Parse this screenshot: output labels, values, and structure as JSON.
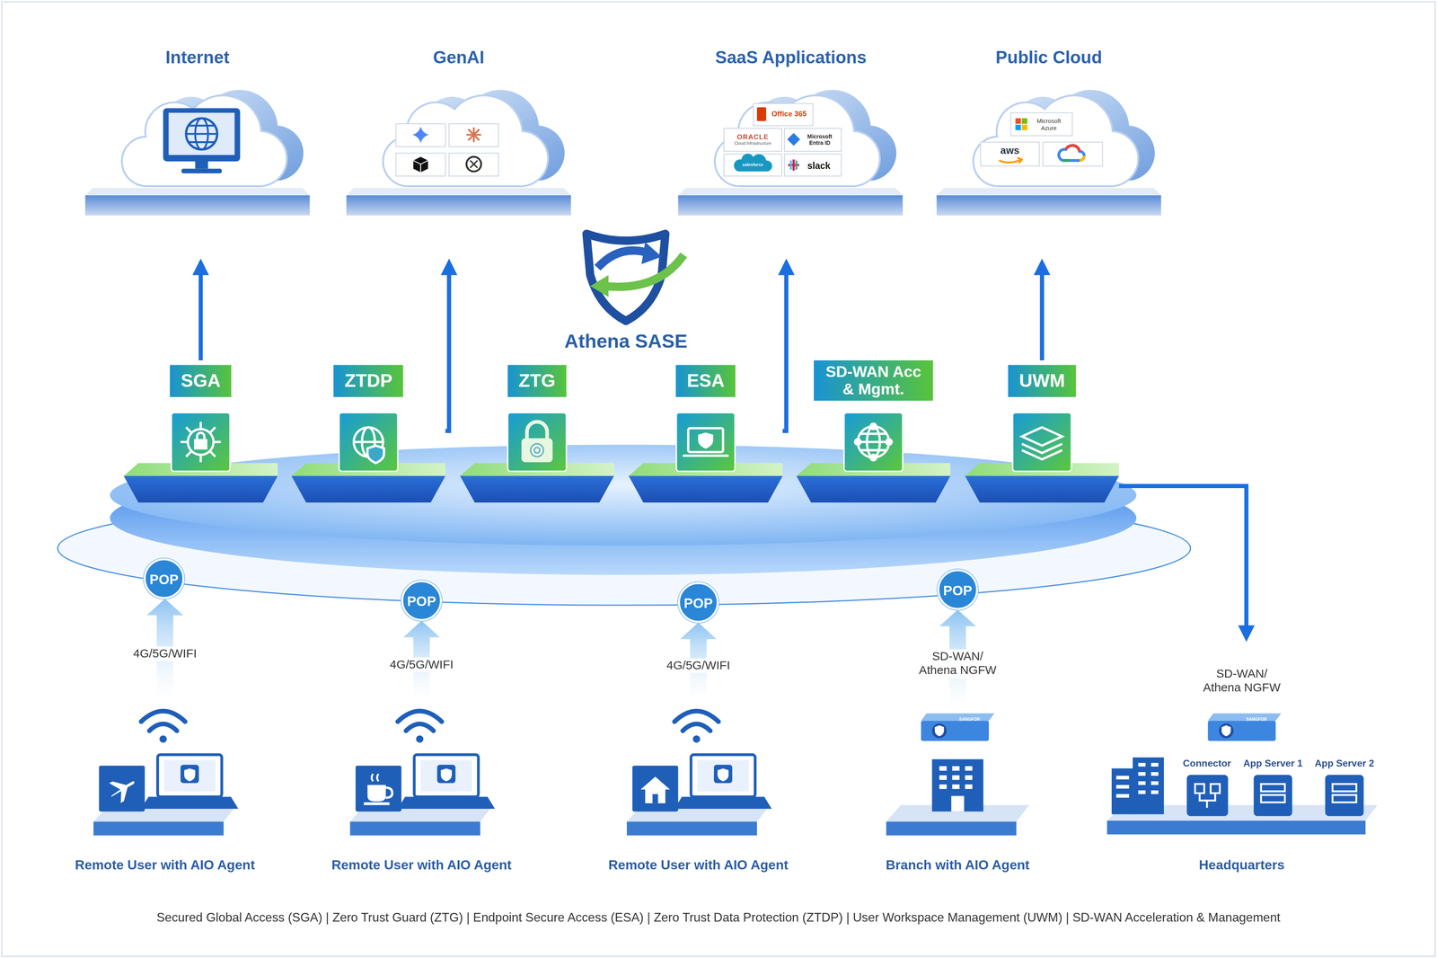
{
  "diagram": {
    "caption": "Secured Global Access (SGA) | Zero Trust Guard (ZTG) | Endpoint Secure Access (ESA) | Zero Trust Data Protection (ZTDP) | User Workspace Management (UWM) | SD-WAN Acceleration & Management",
    "nodes": [
      {
        "text": [
          "Internet"
        ]
      },
      {
        "text": [
          "GenAI"
        ]
      },
      {
        "text": [
          "SaaS Applications"
        ]
      },
      {
        "text": [
          "Office 365"
        ],
        "in": 2
      },
      {
        "text": [
          "ORACLE",
          "Cloud Infrastructure"
        ],
        "in": 2
      },
      {
        "text": [
          "Microsoft Entra ID"
        ],
        "in": 2
      },
      {
        "text": [
          "salesforce"
        ],
        "in": 2
      },
      {
        "text": [
          "slack"
        ],
        "in": 2
      },
      {
        "text": [
          "Public Cloud"
        ]
      },
      {
        "text": [
          "Microsoft Azure"
        ],
        "in": 8
      },
      {
        "text": [
          "aws"
        ],
        "in": 8
      },
      {
        "text": [
          "SGA"
        ]
      },
      {
        "text": [
          "ZTDP"
        ]
      },
      {
        "text": [
          "ZTG"
        ]
      },
      {
        "text": [
          "ESA"
        ]
      },
      {
        "text": [
          "SD-WAN Acc & Mgmt."
        ]
      },
      {
        "text": [
          "UWM"
        ]
      },
      {
        "text": [
          "POP"
        ]
      },
      {
        "text": [
          "POP"
        ]
      },
      {
        "text": [
          "POP"
        ]
      },
      {
        "text": [
          "POP"
        ]
      },
      {
        "text": [
          "Remote User with AIO Agent"
        ]
      },
      {
        "text": [
          "Remote User with AIO Agent"
        ]
      },
      {
        "text": [
          "Remote User with AIO Agent"
        ]
      },
      {
        "text": [
          "Branch with AIO Agent"
        ]
      },
      {
        "text": [
          "Headquarters"
        ]
      }
    ],
    "edges": [
      {
        "from": 11,
        "to": 0,
        "arrow": "to"
      },
      {
        "from": 12,
        "to": 1,
        "arrow": "to"
      },
      {
        "from": 14,
        "to": 2,
        "arrow": "to"
      },
      {
        "from": 16,
        "to": 8,
        "arrow": "to"
      },
      {
        "from": 16,
        "to": 25,
        "arrow": "to"
      },
      {
        "from": 21,
        "to": 17,
        "arrow": "to",
        "label": "4G/5G/WIFI"
      },
      {
        "from": 22,
        "to": 18,
        "arrow": "to",
        "label": "4G/5G/WIFI"
      },
      {
        "from": 23,
        "to": 19,
        "arrow": "to",
        "label": "4G/5G/WIFI"
      },
      {
        "from": 24,
        "to": 20,
        "arrow": "to",
        "label": "SD-WAN/ Athena NGFW"
      }
    ],
    "labels": [
      "Athena SASE",
      "SD-WAN/ Athena NGFW",
      "Connector",
      "App Server 1",
      "App Server 2",
      "SANGFOR",
      "SANGFOR"
    ]
  }
}
